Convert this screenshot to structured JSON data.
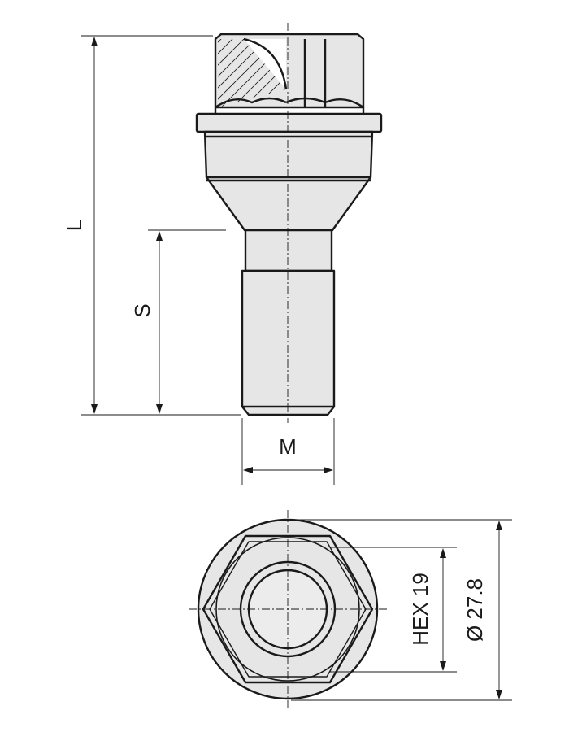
{
  "dimensions": {
    "length_label": "L",
    "thread_length_label": "S",
    "thread_diameter_label": "M",
    "hex_label": "HEX 19",
    "diameter_label": "Ø 27.8"
  }
}
